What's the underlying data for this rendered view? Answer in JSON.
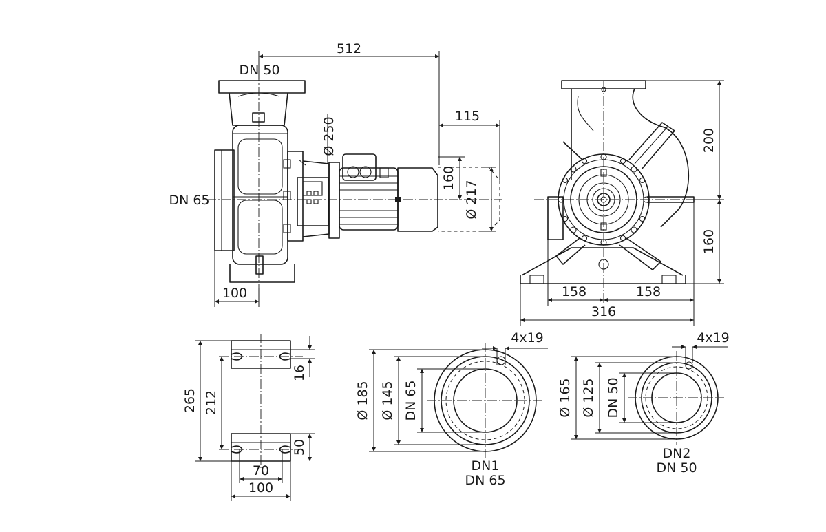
{
  "dimensions": {
    "overall_length": "512",
    "motor_overhang": "115",
    "motor_diameter": "Ø 250",
    "motor_centerline_height": "160",
    "motor_housing_diameter": "Ø 217",
    "inlet_to_axis": "100",
    "outlet_height": "200",
    "axis_height": "160",
    "half_width_left": "158",
    "half_width_right": "158",
    "foot_width": "316",
    "foot_total_height": "265",
    "foot_hole_spacing": "212",
    "foot_top_thickness": "16",
    "foot_bottom_thickness": "50",
    "foot_inner_width": "70",
    "foot_outer_width": "100",
    "dn1_bolt_holes": "4x19",
    "dn1_outer_diameter": "Ø 185",
    "dn1_bolt_circle": "Ø 145",
    "dn1_bore": "DN 65",
    "dn2_bolt_holes": "4x19",
    "dn2_outer_diameter": "Ø 165",
    "dn2_bolt_circle": "Ø 125",
    "dn2_bore": "DN 50"
  },
  "labels": {
    "outlet_flange": "DN 50",
    "inlet_flange": "DN 65",
    "flange1_name": "DN1",
    "flange1_size": "DN 65",
    "flange2_name": "DN2",
    "flange2_size": "DN 50"
  }
}
